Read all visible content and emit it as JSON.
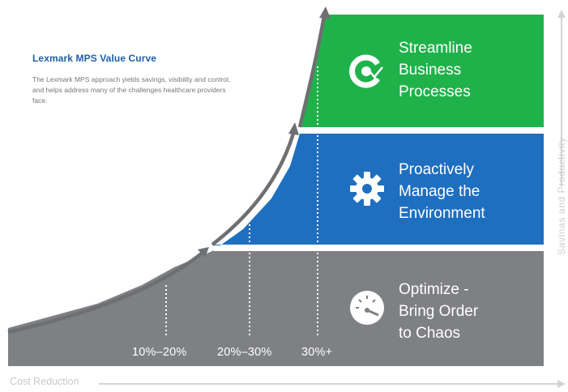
{
  "intro": {
    "title": "Lexmark MPS Value Curve",
    "body": "The Lexmark MPS approach yields savings, visibility and control, and helps address many of the challenges healthcare providers face."
  },
  "bands": [
    {
      "lines": [
        "Streamline",
        "Business",
        "Processes"
      ],
      "color": "#20b24a",
      "icon": "cycle-check-icon"
    },
    {
      "lines": [
        "Proactively",
        "Manage the",
        "Environment"
      ],
      "color": "#1f6fc1",
      "icon": "gear-icon"
    },
    {
      "lines": [
        "Optimize -",
        "Bring Order",
        "to Chaos"
      ],
      "color": "#7f8083",
      "icon": "gauge-icon"
    }
  ],
  "percent_labels": [
    "10%–20%",
    "20%–30%",
    "30%+"
  ],
  "axes": {
    "x_label": "Cost Reduction",
    "y_label": "Savinas and Productivity"
  },
  "colors": {
    "curve": "#6e6f72",
    "axis": "#d4d4d4",
    "intro_title": "#1e5fa8"
  }
}
